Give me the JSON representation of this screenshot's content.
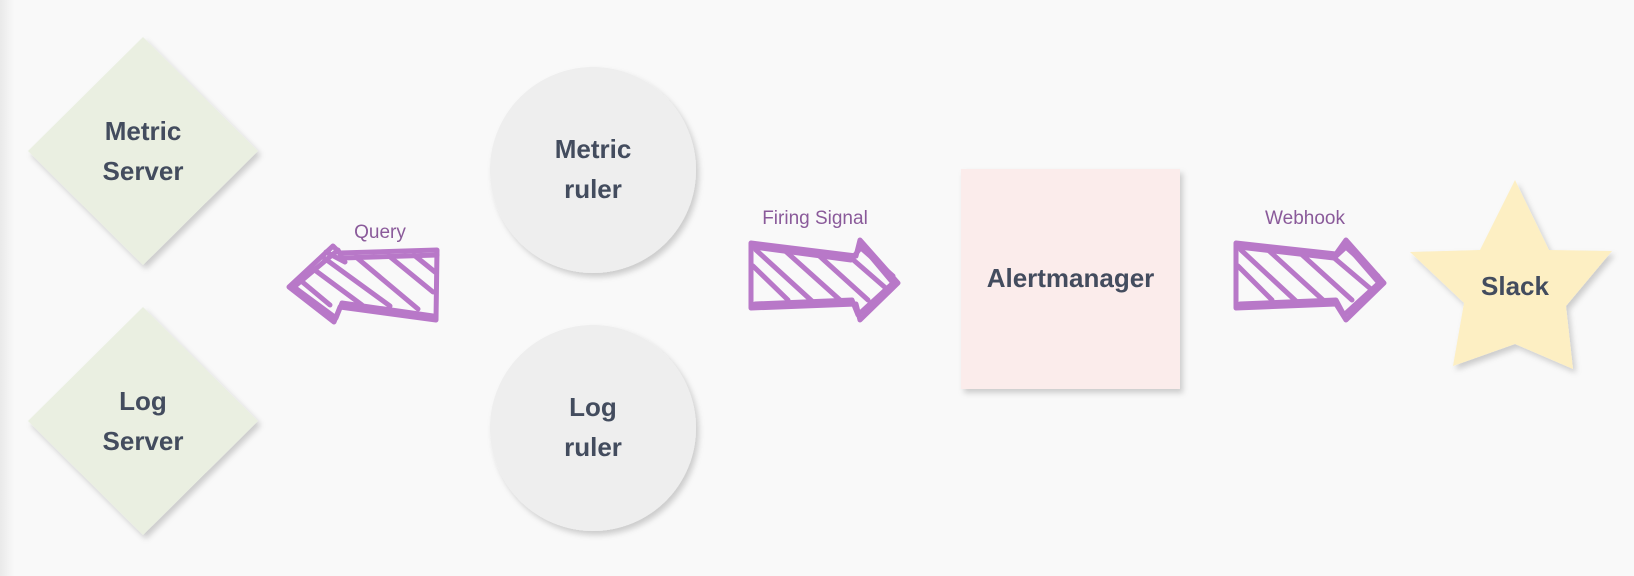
{
  "nodes": {
    "metric_server": "Metric\nServer",
    "log_server": "Log\nServer",
    "metric_ruler": "Metric\nruler",
    "log_ruler": "Log\nruler",
    "alertmanager": "Alertmanager",
    "slack": "Slack"
  },
  "edges": {
    "query": "Query",
    "firing_signal": "Firing Signal",
    "webhook": "Webhook"
  },
  "colors": {
    "server_fill": "#eaefe1",
    "ruler_fill": "#eeeeee",
    "alertmanager_fill": "#fbeceb",
    "slack_fill": "#fdefc3",
    "arrow_stroke": "#b878c8",
    "text": "#434c5e",
    "edge_label": "#8a5a9a"
  }
}
